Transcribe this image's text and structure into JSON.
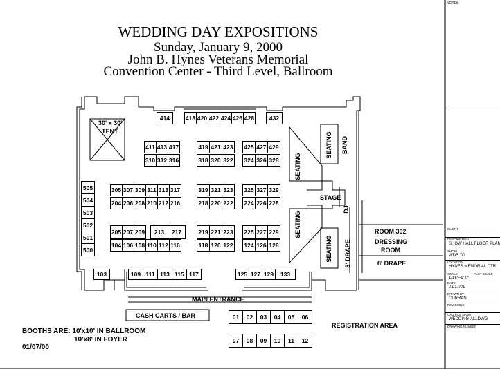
{
  "header": {
    "title": "WEDDING DAY EXPOSITIONS",
    "date": "Sunday, January 9, 2000",
    "venue_line1": "John B. Hynes Veterans Memorial",
    "venue_line2": "Convention Center - Third Level, Ballroom"
  },
  "floor": {
    "tent_label": "30' x 30'",
    "tent_word": "TENT",
    "top_booths": [
      "414",
      "418",
      "420",
      "422",
      "424",
      "426",
      "428",
      "432"
    ],
    "row_411": [
      "411",
      "413",
      "417"
    ],
    "row_310": [
      "310",
      "312",
      "316"
    ],
    "row_419": [
      "419",
      "421",
      "423"
    ],
    "row_318": [
      "318",
      "320",
      "322"
    ],
    "row_425": [
      "425",
      "427",
      "429"
    ],
    "row_324": [
      "324",
      "326",
      "328"
    ],
    "row_305": [
      "305",
      "307",
      "309",
      "311",
      "313",
      "317"
    ],
    "row_204": [
      "204",
      "206",
      "208",
      "210",
      "212",
      "216"
    ],
    "row_319": [
      "319",
      "321",
      "323"
    ],
    "row_218": [
      "218",
      "220",
      "222"
    ],
    "row_325": [
      "325",
      "327",
      "329"
    ],
    "row_224": [
      "224",
      "226",
      "228"
    ],
    "row_205": [
      "205",
      "207",
      "209"
    ],
    "row_213": [
      "213",
      "217"
    ],
    "row_104": [
      "104",
      "106",
      "108",
      "110",
      "112",
      "116"
    ],
    "row_219": [
      "219",
      "221",
      "223"
    ],
    "row_118": [
      "118",
      "120",
      "122"
    ],
    "row_225": [
      "225",
      "227",
      "229"
    ],
    "row_124": [
      "124",
      "126",
      "128"
    ],
    "left_booths": [
      "505",
      "504",
      "503",
      "502",
      "501",
      "500"
    ],
    "bottom_left": "103",
    "bottom_mid": [
      "109",
      "111",
      "113",
      "115",
      "117"
    ],
    "bottom_right": [
      "125",
      "127",
      "129",
      "133"
    ],
    "main_entrance": "MAIN ENTRANCE",
    "cash_carts": "CASH CARTS / BAR",
    "reg_row1": [
      "01",
      "02",
      "03",
      "04",
      "05",
      "06"
    ],
    "reg_row2": [
      "07",
      "08",
      "09",
      "10",
      "11",
      "12"
    ],
    "registration_area": "REGISTRATION AREA",
    "seating": "SEATING",
    "band": "BAND",
    "stage": "STAGE",
    "dj": "DJ",
    "drape_vertical": "8' DRAPE",
    "room_302": "ROOM 302",
    "dressing": "DRESSING",
    "room": "ROOM",
    "drape_right": "8' DRAPE"
  },
  "footer": {
    "booths_are": "BOOTHS ARE: 10'x10' IN BALLROOM",
    "foyer": "10'x8' IN FOYER",
    "date": "01/07/00"
  },
  "title_block": {
    "notes_label": "NOTES",
    "rows": [
      {
        "k": "CLIENT",
        "v": ""
      },
      {
        "k": "DESCRIPTION",
        "v": "SHOW HALL FLOOR PLAN"
      },
      {
        "k": "SHOW",
        "v": "WDE '00"
      },
      {
        "k": "LOCATION",
        "v": "HYNES MEMORIAL CTR."
      },
      {
        "k": "SCALE",
        "v": "1/16\"=1'-0\"",
        "k2": "PLOT SCALE"
      },
      {
        "k": "DATE",
        "v": "01/17/01"
      },
      {
        "k": "DRAWN BY",
        "v": "CURRAN"
      },
      {
        "k": "REVISIONS",
        "v": ""
      },
      {
        "k": "CAD FILE NAME",
        "v": "WEDDING-ALLDWG"
      },
      {
        "k": "DRAWING NUMBER",
        "v": ""
      }
    ]
  }
}
